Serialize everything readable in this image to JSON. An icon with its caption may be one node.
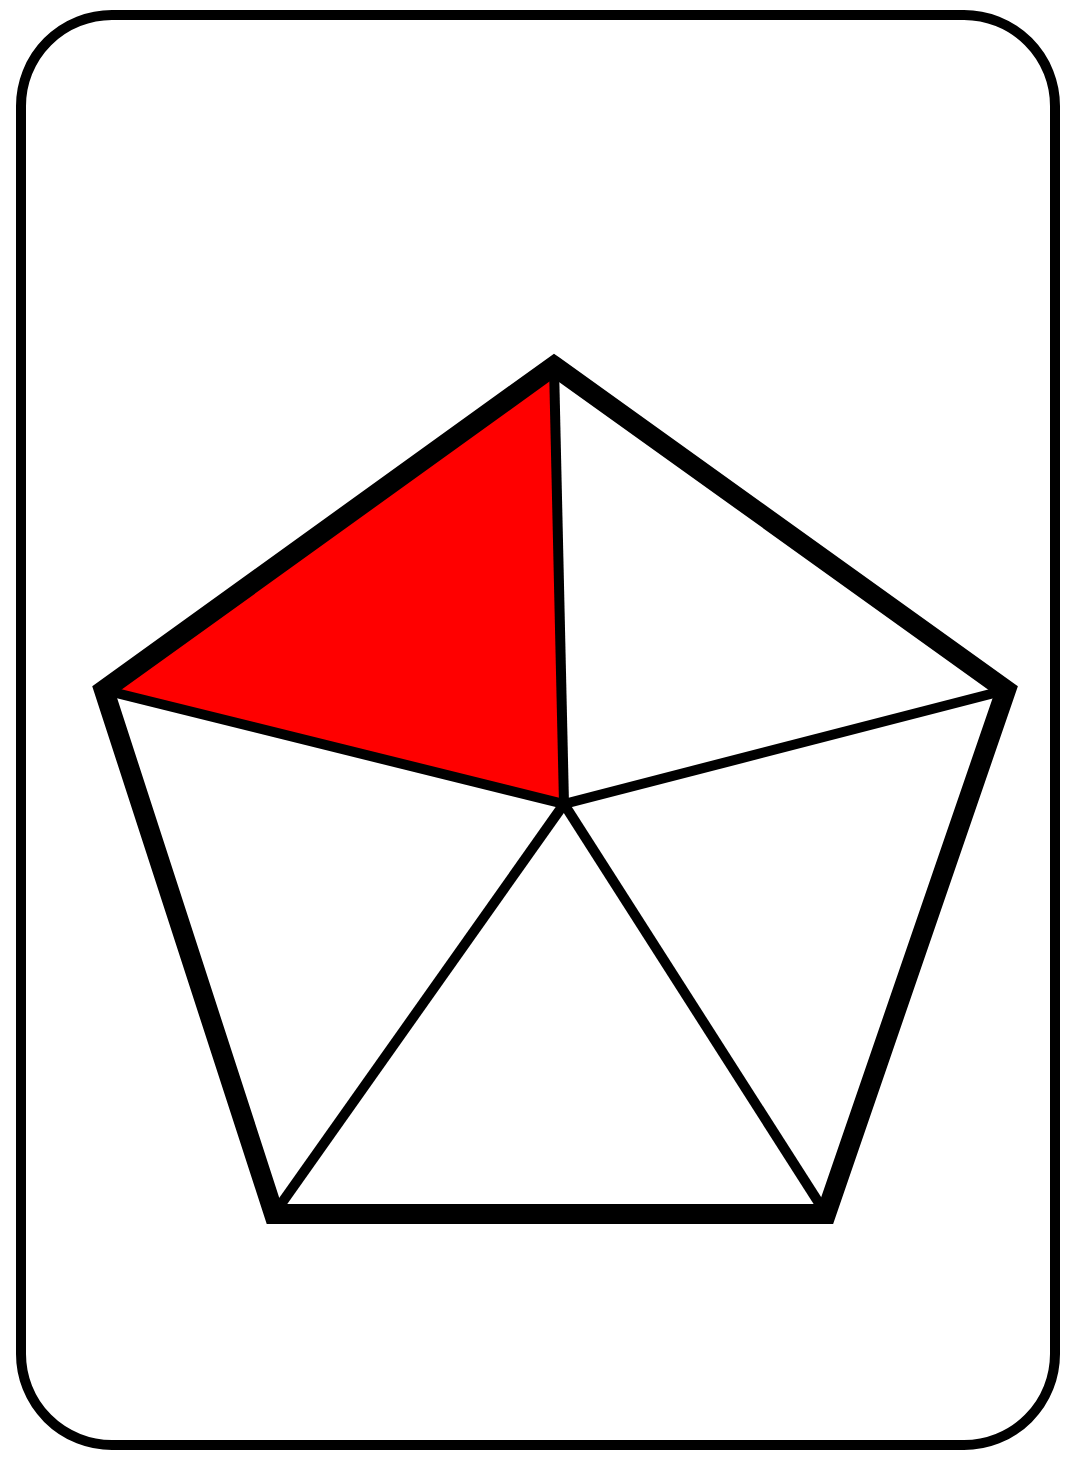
{
  "diagram": {
    "nodes": [
      {
        "text": [],
        "shape": "box"
      },
      {
        "text": [],
        "shape": "pentagon",
        "in": 0
      }
    ]
  }
}
